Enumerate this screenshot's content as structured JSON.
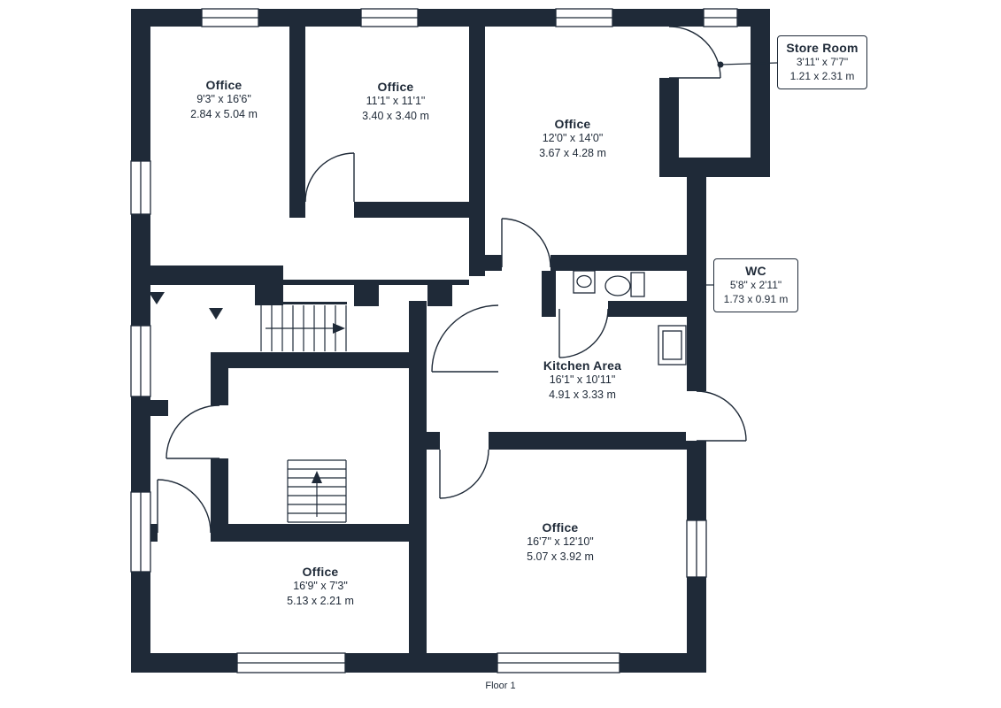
{
  "colors": {
    "wall": "#1f2a38",
    "text": "#1f2a38",
    "background": "#ffffff"
  },
  "floor": {
    "label": "Floor 1"
  },
  "rooms": {
    "office_top_left": {
      "name": "Office",
      "imperial": "9'3\" x 16'6\"",
      "metric": "2.84 x 5.04 m"
    },
    "office_top_mid": {
      "name": "Office",
      "imperial": "11'1\" x 11'1\"",
      "metric": "3.40 x 3.40 m"
    },
    "office_top_right": {
      "name": "Office",
      "imperial": "12'0\" x 14'0\"",
      "metric": "3.67 x 4.28 m"
    },
    "store_room": {
      "name": "Store Room",
      "imperial": "3'11\" x 7'7\"",
      "metric": "1.21 x 2.31 m"
    },
    "wc": {
      "name": "WC",
      "imperial": "5'8\" x 2'11\"",
      "metric": "1.73 x 0.91 m"
    },
    "kitchen": {
      "name": "Kitchen Area",
      "imperial": "16'1\" x 10'11\"",
      "metric": "4.91 x 3.33 m"
    },
    "office_bottom_right": {
      "name": "Office",
      "imperial": "16'7\" x 12'10\"",
      "metric": "5.07 x 3.92 m"
    },
    "office_bottom_left": {
      "name": "Office",
      "imperial": "16'9\" x 7'3\"",
      "metric": "5.13 x 2.21 m"
    }
  }
}
